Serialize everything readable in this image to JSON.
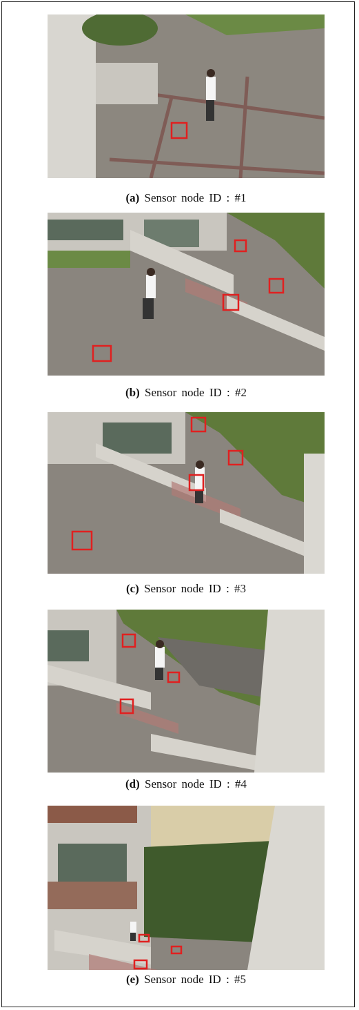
{
  "panels": [
    {
      "letter": "(a)",
      "text": "Sensor node ID : #1"
    },
    {
      "letter": "(b)",
      "text": "Sensor node ID : #2"
    },
    {
      "letter": "(c)",
      "text": "Sensor node ID : #3"
    },
    {
      "letter": "(d)",
      "text": "Sensor node ID : #4"
    },
    {
      "letter": "(e)",
      "text": "Sensor node ID : #5"
    }
  ],
  "colors": {
    "marker": "#e02020",
    "pavement": "#8a857e",
    "grass": "#5f7a3a",
    "wall": "#d6d3cc"
  }
}
